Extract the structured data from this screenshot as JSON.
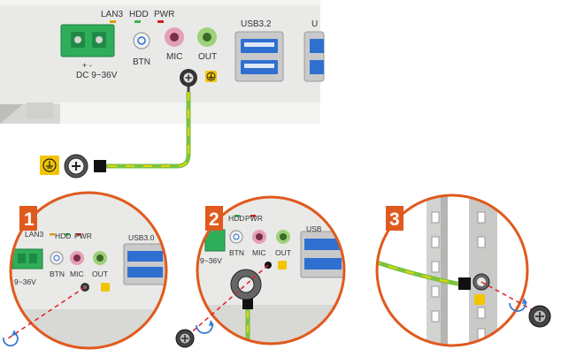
{
  "panel": {
    "led_lan": "LAN3",
    "led_hdd": "HDD",
    "led_pwr": "PWR",
    "btn": "BTN",
    "mic": "MIC",
    "out": "OUT",
    "dc_polarity": "+   -",
    "dc": "DC 9~36V",
    "usb": "USB3.2",
    "usb_cut": "U"
  },
  "step1": {
    "number": "1",
    "led_lan": "LAN3",
    "led_hdd": "HDD",
    "led_pwr": "PWR",
    "btn": "BTN",
    "mic": "MIC",
    "out": "OUT",
    "dc": "9~36V",
    "usb": "USB3.0"
  },
  "step2": {
    "number": "2",
    "led_hdd": "HDD",
    "led_pwr": "PWR",
    "btn": "BTN",
    "mic": "MIC",
    "out": "OUT",
    "dc": "9~36V",
    "usb": "USB"
  },
  "step3": {
    "number": "3"
  },
  "colors": {
    "accent": "#e05a1e",
    "terminal_green": "#2fae5a",
    "ground_wire_green": "#7cc242",
    "ground_wire_yellow": "#e8d400",
    "usb_blue": "#2f6fd0",
    "ground_badge": "#f2c500"
  }
}
